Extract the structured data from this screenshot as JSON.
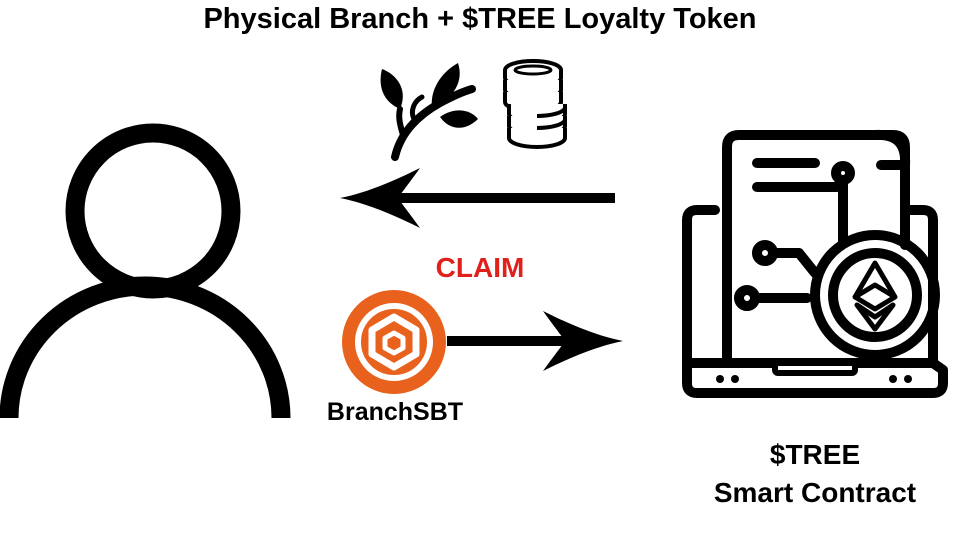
{
  "diagram": {
    "title": "Physical Branch + $TREE Loyalty Token",
    "claim_label": "CLAIM",
    "claim_color": "#e0201b",
    "sbt_label": "BranchSBT",
    "sbt_color": "#e8621e",
    "contract_label_line1": "$TREE",
    "contract_label_line2": "Smart Contract",
    "icons": {
      "user": "user-icon",
      "branch": "branch-icon",
      "coins": "coins-icon",
      "sbt": "sbt-badge-icon",
      "contract": "smart-contract-laptop-icon",
      "ethereum": "ethereum-icon"
    }
  }
}
